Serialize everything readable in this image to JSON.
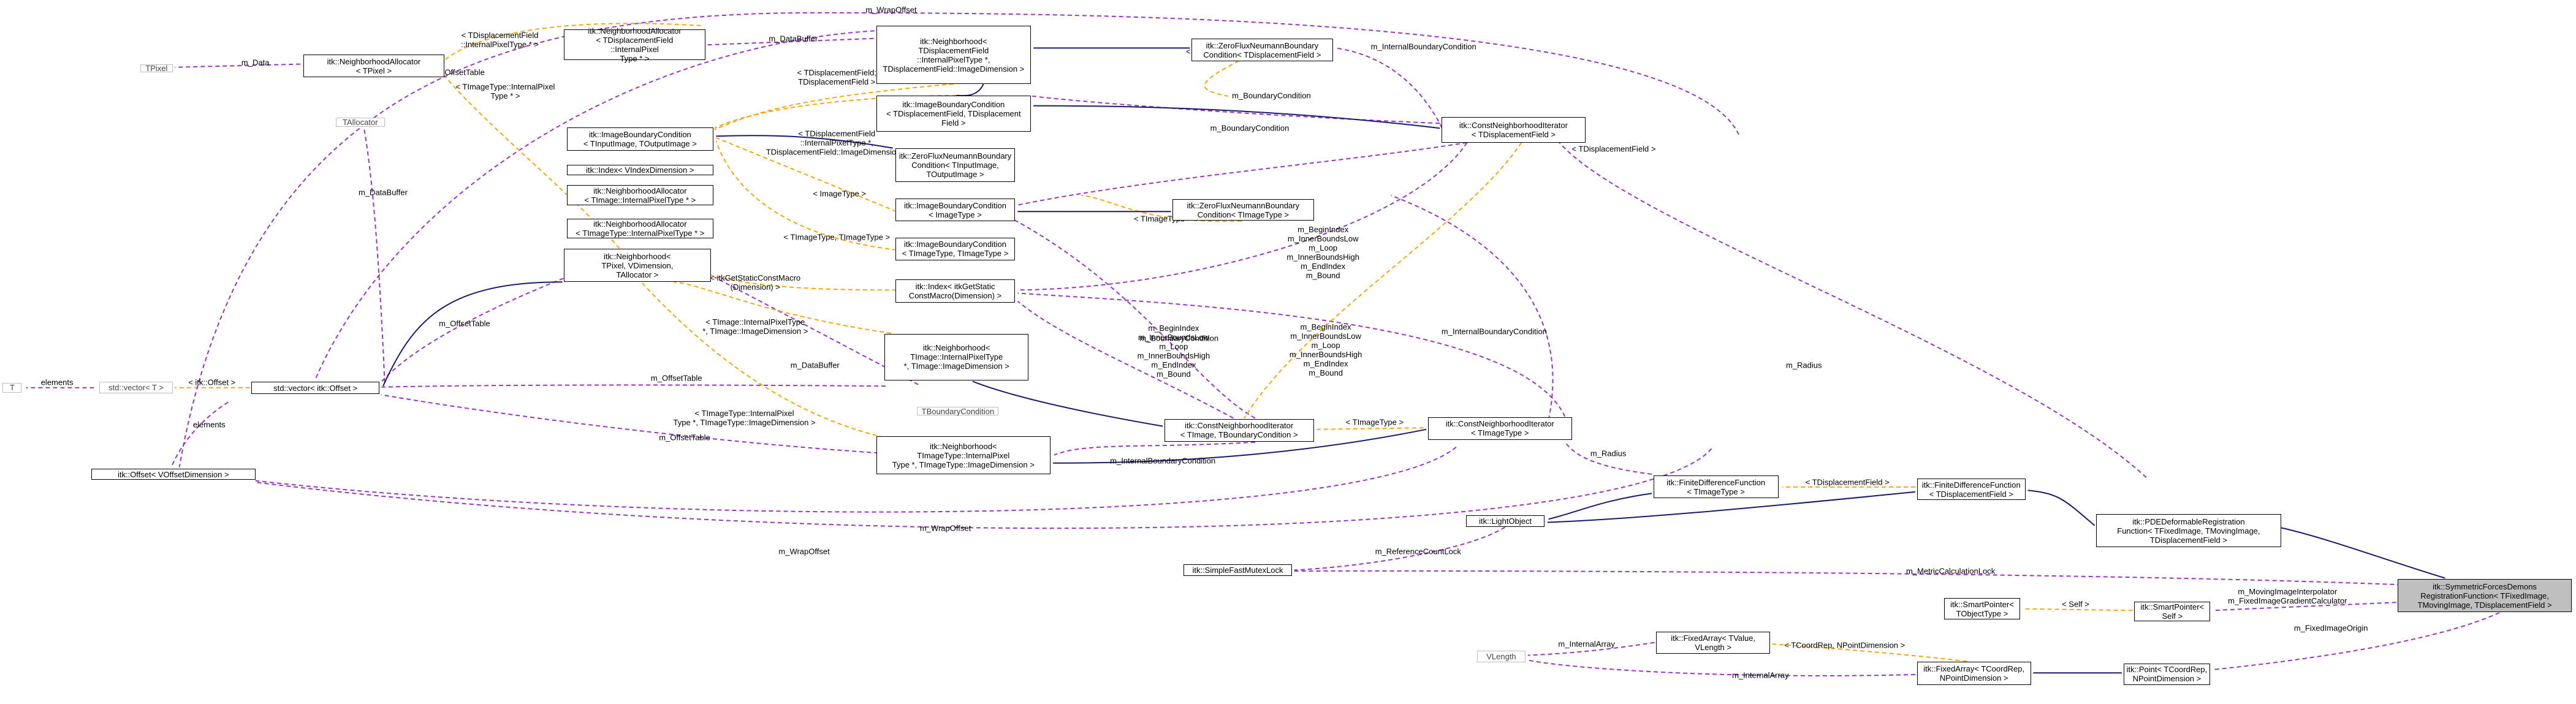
{
  "colors": {
    "use": "#9a32cd",
    "template": "#ffa500",
    "inherit": "#191970",
    "focus_fill": "#bfbfbf",
    "undocumented_border": "#bfbfbf"
  },
  "nodes": [
    {
      "id": "T",
      "label": "T",
      "style": "grey"
    },
    {
      "id": "stdvecT",
      "label": "std::vector< T >",
      "style": "grey"
    },
    {
      "id": "stdvecOff",
      "label": "std::vector< itk::Offset >",
      "style": "normal"
    },
    {
      "id": "offset",
      "label": "itk::Offset< VOffsetDimension >",
      "style": "normal"
    },
    {
      "id": "TPixel",
      "label": "TPixel",
      "style": "grey"
    },
    {
      "id": "NAllocTPixel",
      "label": "itk::NeighborhoodAllocator\n< TPixel >",
      "style": "normal"
    },
    {
      "id": "NAllocTDF",
      "label": "itk::NeighborhoodAllocator\n< TDisplacementField\n::InternalPixel\nType * >",
      "style": "normal"
    },
    {
      "id": "TAllocator",
      "label": "TAllocator",
      "style": "grey"
    },
    {
      "id": "IBCgen",
      "label": "itk::ImageBoundaryCondition\n< TInputImage, TOutputImage >",
      "style": "normal"
    },
    {
      "id": "IndexV",
      "label": "itk::Index< VIndexDimension >",
      "style": "normal"
    },
    {
      "id": "NAllocTImgA",
      "label": "itk::NeighborhoodAllocator\n< TImage::InternalPixelType * >",
      "style": "normal"
    },
    {
      "id": "NAllocTImgB",
      "label": "itk::NeighborhoodAllocator\n< TImageType::InternalPixelType * >",
      "style": "normal"
    },
    {
      "id": "NeighGen",
      "label": "itk::Neighborhood<\nTPixel, VDimension,\nTAllocator >",
      "style": "normal"
    },
    {
      "id": "NeighTDF",
      "label": "itk::Neighborhood<\nTDisplacementField\n::InternalPixelType *,\nTDisplacementField::ImageDimension >",
      "style": "normal"
    },
    {
      "id": "IBC_TDF",
      "label": "itk::ImageBoundaryCondition\n< TDisplacementField, TDisplacement\nField >",
      "style": "normal"
    },
    {
      "id": "ZFNgen",
      "label": "itk::ZeroFluxNeumannBoundary\nCondition< TInputImage,\nTOutputImage >",
      "style": "normal"
    },
    {
      "id": "IBC_Image",
      "label": "itk::ImageBoundaryCondition\n< ImageType >",
      "style": "normal"
    },
    {
      "id": "IBC_TImg",
      "label": "itk::ImageBoundaryCondition\n< TImageType, TImageType >",
      "style": "normal"
    },
    {
      "id": "IndexStatic",
      "label": "itk::Index< itkGetStatic\nConstMacro(Dimension) >",
      "style": "normal"
    },
    {
      "id": "NeighTImage",
      "label": "itk::Neighborhood<\nTImage::InternalPixelType\n*, TImage::ImageDimension >",
      "style": "normal"
    },
    {
      "id": "NeighTImgType",
      "label": "itk::Neighborhood<\nTImageType::InternalPixel\nType *, TImageType::ImageDimension >",
      "style": "normal"
    },
    {
      "id": "TBoundary",
      "label": "TBoundaryCondition",
      "style": "grey"
    },
    {
      "id": "ZFN_TDF",
      "label": "itk::ZeroFluxNeumannBoundary\nCondition< TDisplacementField >",
      "style": "normal"
    },
    {
      "id": "ZFN_TImg",
      "label": "itk::ZeroFluxNeumannBoundary\nCondition< TImageType >",
      "style": "normal"
    },
    {
      "id": "CNI_gen",
      "label": "itk::ConstNeighborhoodIterator\n< TImage, TBoundaryCondition >",
      "style": "normal"
    },
    {
      "id": "CNI_TDF",
      "label": "itk::ConstNeighborhoodIterator\n< TDisplacementField >",
      "style": "normal"
    },
    {
      "id": "CNI_TImg",
      "label": "itk::ConstNeighborhoodIterator\n< TImageType >",
      "style": "normal"
    },
    {
      "id": "FDFgen",
      "label": "itk::FiniteDifferenceFunction\n< TImageType >",
      "style": "normal"
    },
    {
      "id": "LightObject",
      "label": "itk::LightObject",
      "style": "normal"
    },
    {
      "id": "FDF_TDF",
      "label": "itk::FiniteDifferenceFunction\n< TDisplacementField >",
      "style": "normal"
    },
    {
      "id": "PDE",
      "label": "itk::PDEDeformableRegistration\nFunction< TFixedImage, TMovingImage,\nTDisplacementField >",
      "style": "normal"
    },
    {
      "id": "Mutex",
      "label": "itk::SimpleFastMutexLock",
      "style": "normal"
    },
    {
      "id": "SymForces",
      "label": "itk::SymmetricForcesDemons\nRegistrationFunction< TFixedImage,\nTMovingImage, TDisplacementField >",
      "style": "focus"
    },
    {
      "id": "SmartPtrGen",
      "label": "itk::SmartPointer<\nTObjectType >",
      "style": "normal"
    },
    {
      "id": "SmartPtrSelf",
      "label": "itk::SmartPointer<\nSelf >",
      "style": "normal"
    },
    {
      "id": "FixedArrGen",
      "label": "itk::FixedArray< TValue,\nVLength >",
      "style": "normal"
    },
    {
      "id": "VLength",
      "label": "VLength",
      "style": "grey"
    },
    {
      "id": "FixedArrC",
      "label": "itk::FixedArray< TCoordRep,\nNPointDimension >",
      "style": "normal"
    },
    {
      "id": "PointC",
      "label": "itk::Point< TCoordRep,\nNPointDimension >",
      "style": "normal"
    }
  ],
  "edges": [
    {
      "id": "e1",
      "label": "elements",
      "kind": "use"
    },
    {
      "id": "e2",
      "label": "< itk::Offset >",
      "kind": "tpl"
    },
    {
      "id": "e3",
      "label": "elements",
      "kind": "use"
    },
    {
      "id": "e4",
      "label": "m_Data",
      "kind": "use"
    },
    {
      "id": "e5",
      "label": "m_OffsetTable",
      "kind": "use"
    },
    {
      "id": "e6",
      "label": "m_DataBuffer",
      "kind": "use"
    },
    {
      "id": "e7",
      "label": "m_OffsetTable",
      "kind": "use"
    },
    {
      "id": "e8",
      "label": "m_DataBuffer",
      "kind": "use"
    },
    {
      "id": "e9",
      "label": "m_OffsetTable",
      "kind": "use"
    },
    {
      "id": "e10",
      "label": "m_DataBuffer",
      "kind": "use"
    },
    {
      "id": "e11",
      "label": "m_OffsetTable",
      "kind": "use"
    },
    {
      "id": "e12",
      "label": "m_WrapOffset",
      "kind": "use"
    },
    {
      "id": "e13",
      "label": "m_WrapOffset",
      "kind": "use"
    },
    {
      "id": "e14",
      "label": "m_WrapOffset",
      "kind": "use"
    },
    {
      "id": "e15",
      "label": "< TDisplacementField\n::InternalPixelType * >",
      "kind": "tpl"
    },
    {
      "id": "e16",
      "label": "< TImageType::InternalPixel\nType * >",
      "kind": "tpl"
    },
    {
      "id": "e17",
      "label": "< TDisplacementField;\nTDisplacementField >",
      "kind": "tpl"
    },
    {
      "id": "e18",
      "label": "< TDisplacementField\n::InternalPixelType *,\nTDisplacementField::ImageDimension >",
      "kind": "tpl"
    },
    {
      "id": "e19",
      "label": "< ImageType >",
      "kind": "tpl"
    },
    {
      "id": "e20",
      "label": "< TImageType, TImageType >",
      "kind": "tpl"
    },
    {
      "id": "e21",
      "label": "< itkGetStaticConstMacro\n(Dimension) >",
      "kind": "tpl"
    },
    {
      "id": "e22",
      "label": "< TImage::InternalPixelType\n*, TImage::ImageDimension >",
      "kind": "tpl"
    },
    {
      "id": "e23",
      "label": "< TImageType::InternalPixel\nType *, TImageType::ImageDimension >",
      "kind": "tpl"
    },
    {
      "id": "e24",
      "label": "< TDisplacementField >",
      "kind": "tpl"
    },
    {
      "id": "e25",
      "label": "< TImageType >",
      "kind": "tpl"
    },
    {
      "id": "e26",
      "label": "m_InternalBoundaryCondition",
      "kind": "use"
    },
    {
      "id": "e27",
      "label": "m_BoundaryCondition",
      "kind": "use"
    },
    {
      "id": "e28",
      "label": "m_BoundaryCondition",
      "kind": "use"
    },
    {
      "id": "e29",
      "label": "m_InternalBoundaryCondition",
      "kind": "use"
    },
    {
      "id": "e30",
      "label": "m_BoundaryCondition",
      "kind": "use"
    },
    {
      "id": "e31",
      "label": "m_InternalBoundaryCondition",
      "kind": "use"
    },
    {
      "id": "e32",
      "label": "m_BeginIndex\nm_InnerBoundsLow\nm_Loop\nm_InnerBoundsHigh\nm_EndIndex\nm_Bound",
      "kind": "use"
    },
    {
      "id": "e33",
      "label": "m_BeginIndex\nm_InnerBoundsLow\nm_Loop\nm_InnerBoundsHigh\nm_EndIndex\nm_Bound",
      "kind": "use"
    },
    {
      "id": "e34",
      "label": "m_BeginIndex\nm_InnerBoundsLow\nm_Loop\nm_InnerBoundsHigh\nm_EndIndex\nm_Bound",
      "kind": "use"
    },
    {
      "id": "e35",
      "label": "< TImageType >",
      "kind": "tpl"
    },
    {
      "id": "e36",
      "label": "< TDisplacementField >",
      "kind": "tpl"
    },
    {
      "id": "e37",
      "label": "m_Radius",
      "kind": "use"
    },
    {
      "id": "e38",
      "label": "m_Radius",
      "kind": "use"
    },
    {
      "id": "e39",
      "label": "< TDisplacementField >",
      "kind": "tpl"
    },
    {
      "id": "e40",
      "label": "",
      "kind": "inh"
    },
    {
      "id": "e41",
      "label": "",
      "kind": "inh"
    },
    {
      "id": "e42",
      "label": "",
      "kind": "inh"
    },
    {
      "id": "e43",
      "label": "",
      "kind": "inh"
    },
    {
      "id": "e44",
      "label": "m_ReferenceCountLock",
      "kind": "use"
    },
    {
      "id": "e45",
      "label": "m_MetricCalculationLock",
      "kind": "use"
    },
    {
      "id": "e46",
      "label": "< Self >",
      "kind": "tpl"
    },
    {
      "id": "e47",
      "label": "m_MovingImageInterpolator\nm_FixedImageGradientCalculator",
      "kind": "use"
    },
    {
      "id": "e48",
      "label": "m_FixedImageOrigin",
      "kind": "use"
    },
    {
      "id": "e49",
      "label": "< TCoordRep, NPointDimension >",
      "kind": "tpl"
    },
    {
      "id": "e50",
      "label": "",
      "kind": "inh"
    },
    {
      "id": "e51",
      "label": "m_InternalArray",
      "kind": "use"
    },
    {
      "id": "e52",
      "label": "m_InternalArray",
      "kind": "use"
    },
    {
      "id": "e53",
      "label": "",
      "kind": "inh"
    },
    {
      "id": "e54",
      "label": "",
      "kind": "inh"
    },
    {
      "id": "e55",
      "label": "",
      "kind": "inh"
    },
    {
      "id": "e56",
      "label": "",
      "kind": "inh"
    },
    {
      "id": "e57",
      "label": "",
      "kind": "inh"
    },
    {
      "id": "e58",
      "label": "",
      "kind": "inh"
    },
    {
      "id": "e59",
      "label": "",
      "kind": "inh"
    },
    {
      "id": "e60",
      "label": "",
      "kind": "inh"
    }
  ]
}
